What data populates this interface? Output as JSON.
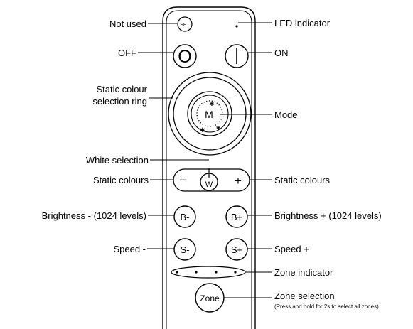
{
  "labels": {
    "not_used": "Not used",
    "led_indicator": "LED indicator",
    "off": "OFF",
    "on": "ON",
    "ring_line1": "Static colour",
    "ring_line2": "selection ring",
    "mode": "Mode",
    "white_selection": "White selection",
    "static_colours_left": "Static colours",
    "static_colours_right": "Static colours",
    "brightness_minus": "Brightness - (1024 levels)",
    "brightness_plus": "Brightness + (1024 levels)",
    "speed_minus": "Speed -",
    "speed_plus": "Speed +",
    "zone_indicator": "Zone indicator",
    "zone_selection": "Zone selection",
    "zone_selection_note": "(Press and hold for 2s to select all zones)"
  },
  "buttons": {
    "set": "SET",
    "off": "O",
    "on": "I",
    "mode": "M",
    "minus": "−",
    "white": "W",
    "plus": "+",
    "b_minus": "B-",
    "b_plus": "B+",
    "s_minus": "S-",
    "s_plus": "S+",
    "zone": "Zone"
  },
  "icons": [
    "power-line-icon",
    "sparkle-icon",
    "led-dot-icon",
    "zone-dot-icon"
  ]
}
